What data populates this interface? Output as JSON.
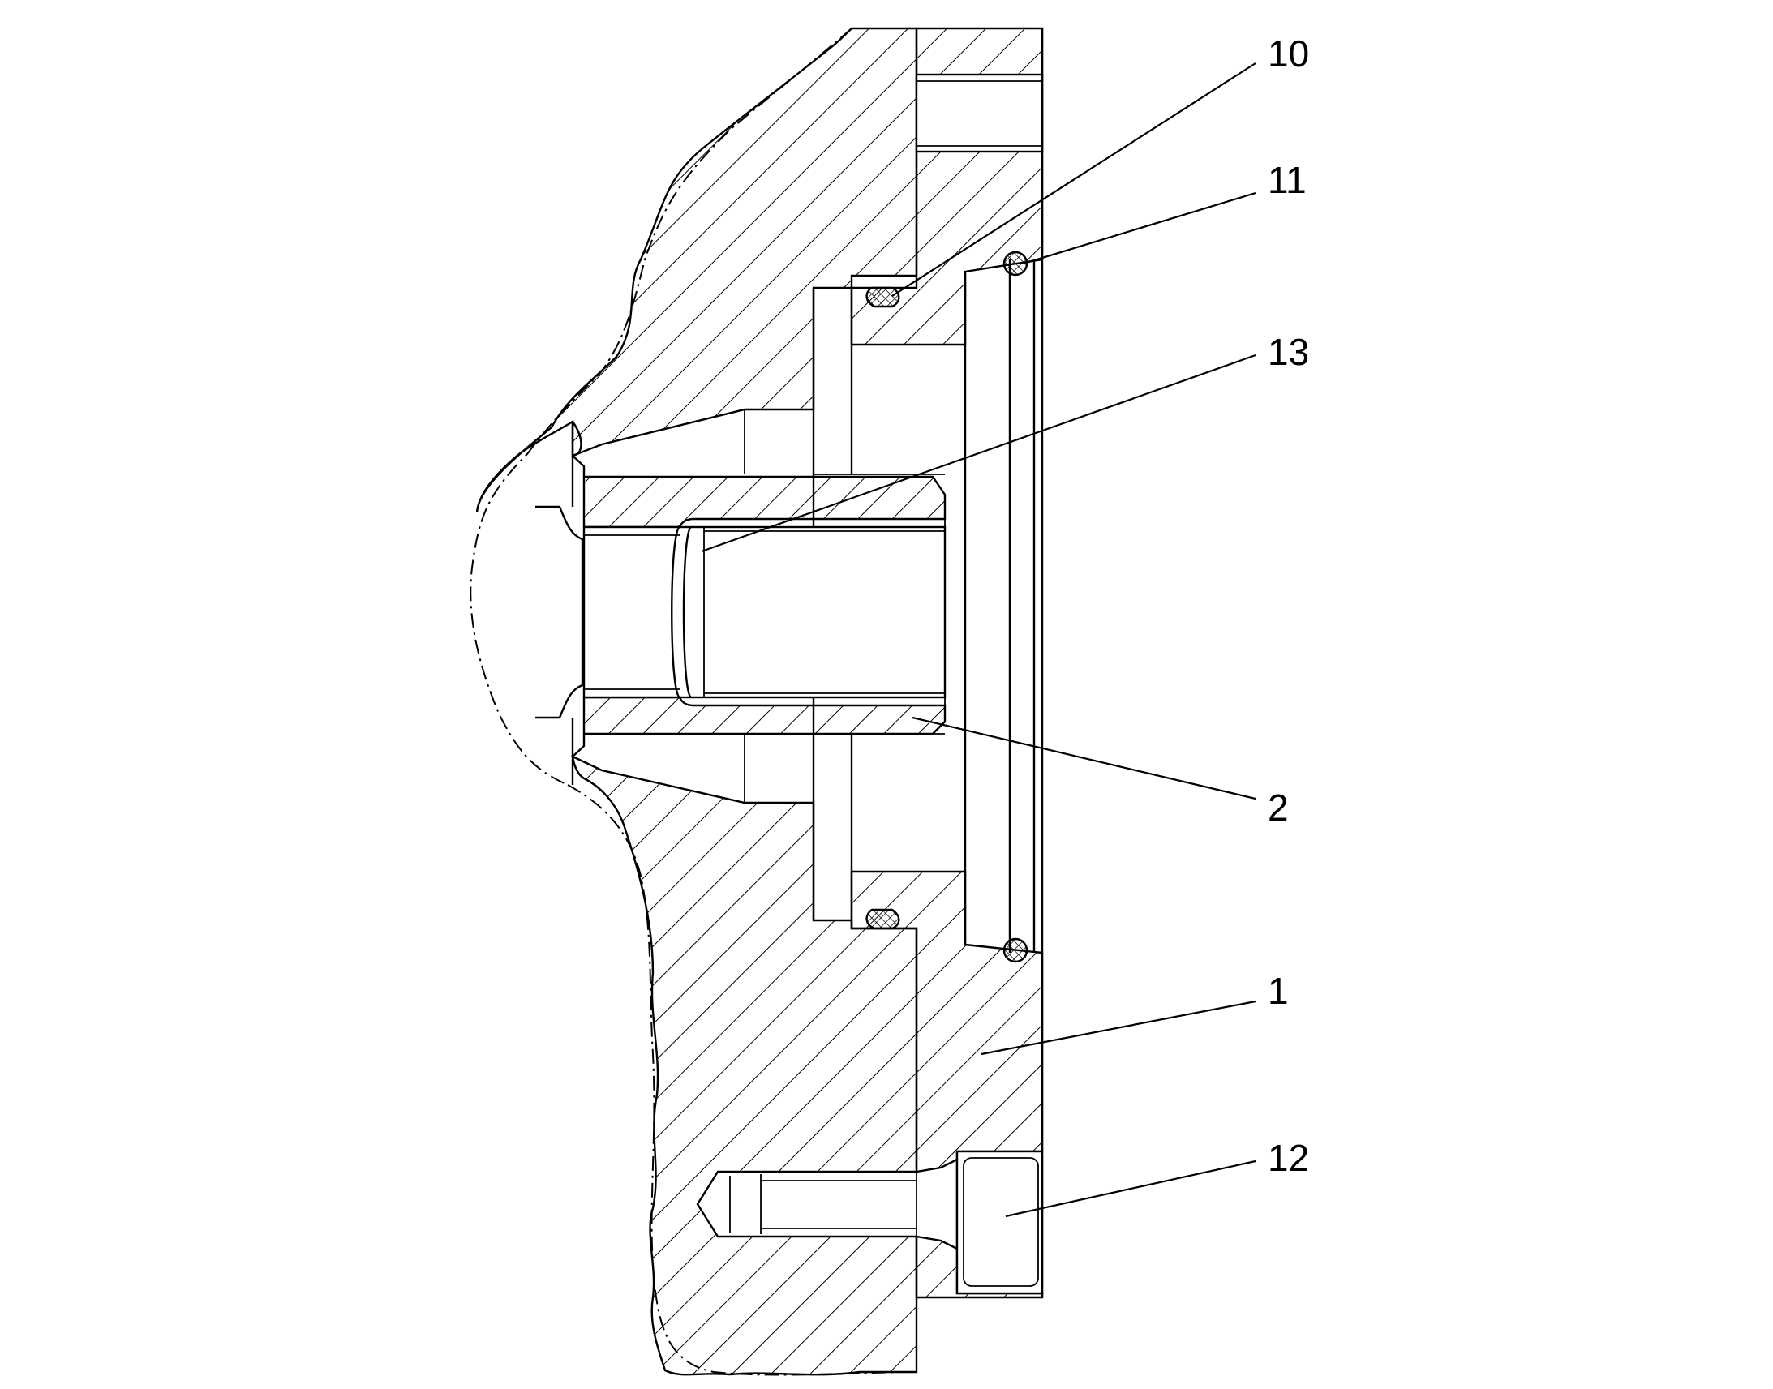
{
  "diagram": {
    "labels": {
      "l10": "10",
      "l11": "11",
      "l13": "13",
      "l2": "2",
      "l1": "1",
      "l12": "12"
    },
    "colors": {
      "line": "#000000",
      "background": "#ffffff"
    }
  }
}
